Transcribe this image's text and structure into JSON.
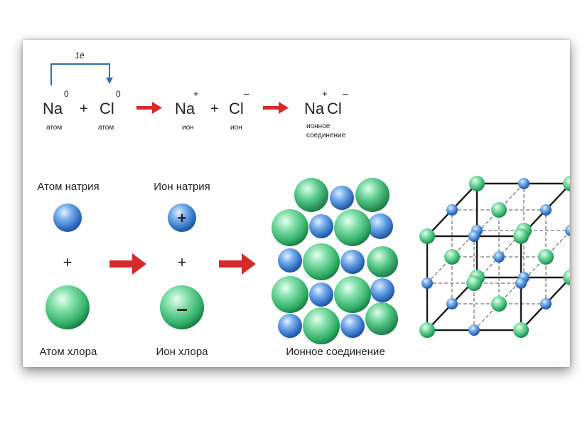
{
  "equation": {
    "electron_transfer": "1ē",
    "na_symbol": "Na",
    "cl_symbol": "Cl",
    "plus": "+",
    "zero_charge": "0",
    "plus_charge": "+",
    "minus_charge": "–",
    "caption_atom": "атом",
    "caption_ion": "ион",
    "caption_compound_line1": "ионное",
    "caption_compound_line2": "соединение"
  },
  "panels": {
    "sodium_atom_label": "Атом натрия",
    "sodium_ion_label": "Ион натрия",
    "chlorine_atom_label": "Атом хлора",
    "chlorine_ion_label": "Ион хлора",
    "compound_label": "Ионное соединение",
    "plus_sign": "+",
    "sodium_ion_sign": "+",
    "chlorine_ion_sign": "–"
  },
  "colors": {
    "sodium_blue": "#3f86d6",
    "chlorine_green": "#3fbf78",
    "arrow_red": "#d42a2a",
    "transfer_arrow_blue": "#2f6fb3"
  }
}
